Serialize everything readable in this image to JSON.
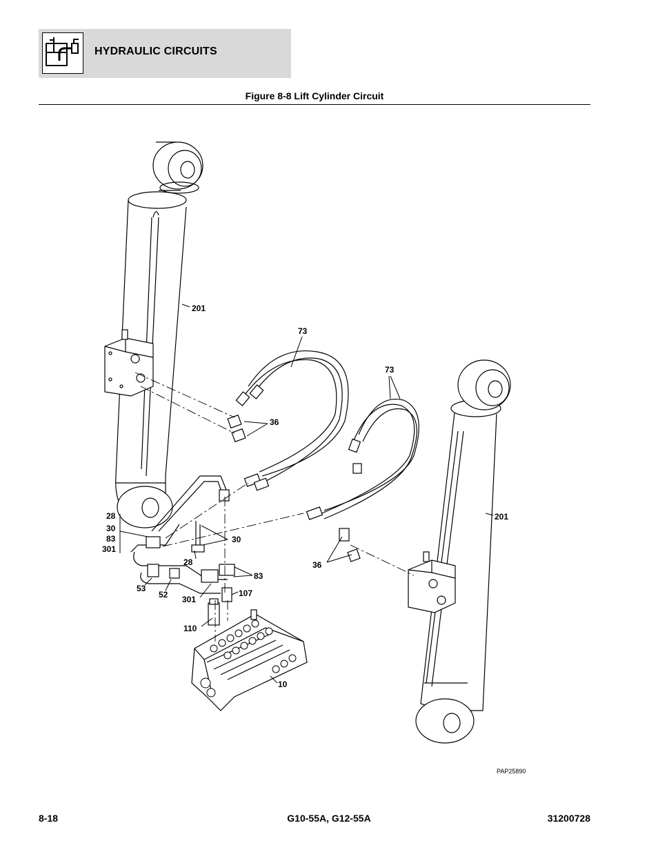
{
  "header": {
    "section_title": "HYDRAULIC CIRCUITS",
    "icon": "hydraulic-circuit-icon"
  },
  "figure": {
    "title": "Figure 8-8 Lift Cylinder Circuit",
    "drawing_id": "PAP25890",
    "callouts": {
      "c201_left": "201",
      "c201_right": "201",
      "c73_left": "73",
      "c73_right": "73",
      "c36_upper": "36",
      "c36_lower": "36",
      "c28_stack": "28",
      "c30_stack": "30",
      "c83_stack": "83",
      "c301_stack": "301",
      "c30": "30",
      "c28": "28",
      "c83": "83",
      "c53": "53",
      "c52": "52",
      "c301": "301",
      "c107": "107",
      "c110": "110",
      "c10": "10"
    }
  },
  "footer": {
    "page_number": "8-18",
    "models": "G10-55A, G12-55A",
    "doc_number": "31200728"
  }
}
